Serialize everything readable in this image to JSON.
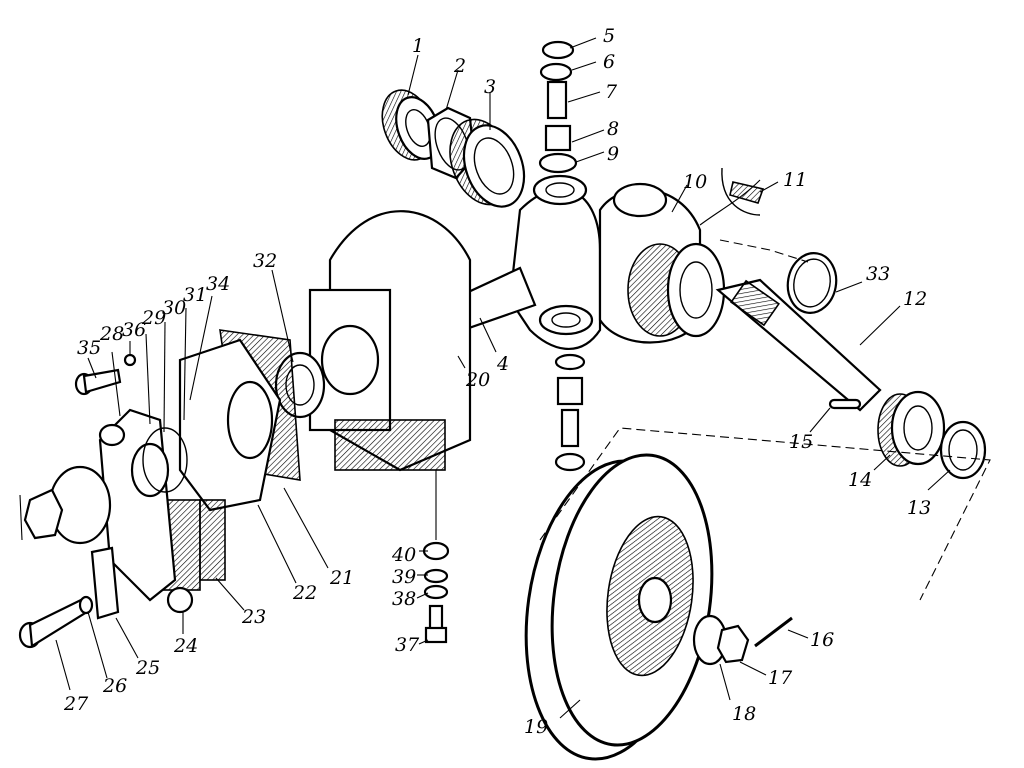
{
  "diagram": {
    "type": "exploded-parts-diagram",
    "colors": {
      "ink": "#000000",
      "paper": "#ffffff"
    },
    "callouts": [
      {
        "id": "1",
        "text": "1"
      },
      {
        "id": "2",
        "text": "2"
      },
      {
        "id": "3",
        "text": "3"
      },
      {
        "id": "4",
        "text": "4"
      },
      {
        "id": "5",
        "text": "5"
      },
      {
        "id": "6",
        "text": "6"
      },
      {
        "id": "7",
        "text": "7"
      },
      {
        "id": "8",
        "text": "8"
      },
      {
        "id": "9",
        "text": "9"
      },
      {
        "id": "10",
        "text": "10"
      },
      {
        "id": "11",
        "text": "11"
      },
      {
        "id": "12",
        "text": "12"
      },
      {
        "id": "13",
        "text": "13"
      },
      {
        "id": "14",
        "text": "14"
      },
      {
        "id": "15",
        "text": "15"
      },
      {
        "id": "16",
        "text": "16"
      },
      {
        "id": "17",
        "text": "17"
      },
      {
        "id": "18",
        "text": "18"
      },
      {
        "id": "19",
        "text": "19"
      },
      {
        "id": "20",
        "text": "20"
      },
      {
        "id": "21",
        "text": "21"
      },
      {
        "id": "22",
        "text": "22"
      },
      {
        "id": "23",
        "text": "23"
      },
      {
        "id": "24",
        "text": "24"
      },
      {
        "id": "25",
        "text": "25"
      },
      {
        "id": "26",
        "text": "26"
      },
      {
        "id": "27",
        "text": "27"
      },
      {
        "id": "28",
        "text": "28"
      },
      {
        "id": "29",
        "text": "29"
      },
      {
        "id": "30",
        "text": "30"
      },
      {
        "id": "31",
        "text": "31"
      },
      {
        "id": "32",
        "text": "32"
      },
      {
        "id": "33",
        "text": "33"
      },
      {
        "id": "34",
        "text": "34"
      },
      {
        "id": "35",
        "text": "35"
      },
      {
        "id": "36",
        "text": "36"
      },
      {
        "id": "37",
        "text": "37"
      },
      {
        "id": "38",
        "text": "38"
      },
      {
        "id": "39",
        "text": "39"
      },
      {
        "id": "40",
        "text": "40"
      }
    ]
  }
}
